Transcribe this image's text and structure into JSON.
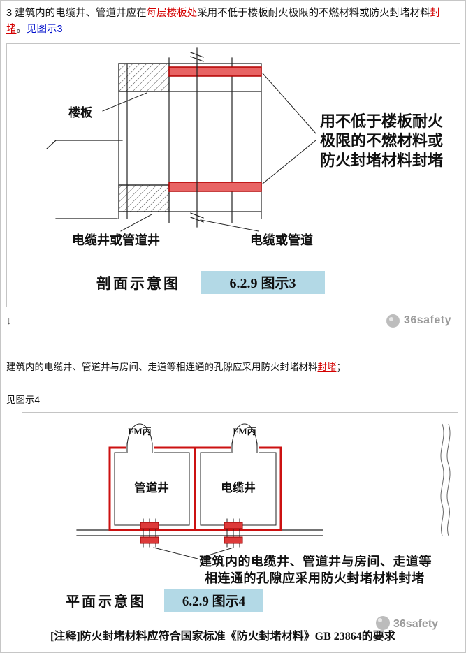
{
  "para1": {
    "t1": "3 建筑内的电缆井、管道井应在",
    "red1": "每层楼板处",
    "t2": "采用不低于楼板耐火极限的不燃材料或防火封堵材料",
    "red2": "封堵",
    "t3": "。",
    "link": "见图示3"
  },
  "meta": {
    "arrow": "↓"
  },
  "para2": {
    "t1": "建筑内的电缆井、管道井与房间、走道等相连通的孔隙应采用防火封堵材料",
    "red1": "封堵",
    "t2": "；",
    "see": "见图示4"
  },
  "fig3": {
    "label_floor_slab": "楼板",
    "callout_line1": "用不低于楼板耐火",
    "callout_line2": "极限的不燃材料或",
    "callout_line3": "防火封堵材料封堵",
    "label_shaft": "电缆井或管道井",
    "label_cable": "电缆或管道",
    "caption": "剖面示意图",
    "figure_number": "6.2.9 图示3",
    "watermark": "36safety"
  },
  "fig4": {
    "door_label_1": "FM丙",
    "door_label_2": "FM丙",
    "room_label_1": "管道井",
    "room_label_2": "电缆井",
    "callout_line1": "建筑内的电缆井、管道井与房间、走道等",
    "callout_line2": "相连通的孔隙应采用防火封堵材料封堵",
    "caption": "平面示意图",
    "figure_number": "6.2.9 图示4",
    "note": "[注释]防火封堵材料应符合国家标准《防火封堵材料》GB 23864的要求",
    "watermark": "36safety"
  },
  "colors": {
    "red_accent": "#d40000",
    "link_blue": "#0010cc",
    "figure_box_blue": "#b3d9e6",
    "fire_stop_red": "#e86464"
  }
}
